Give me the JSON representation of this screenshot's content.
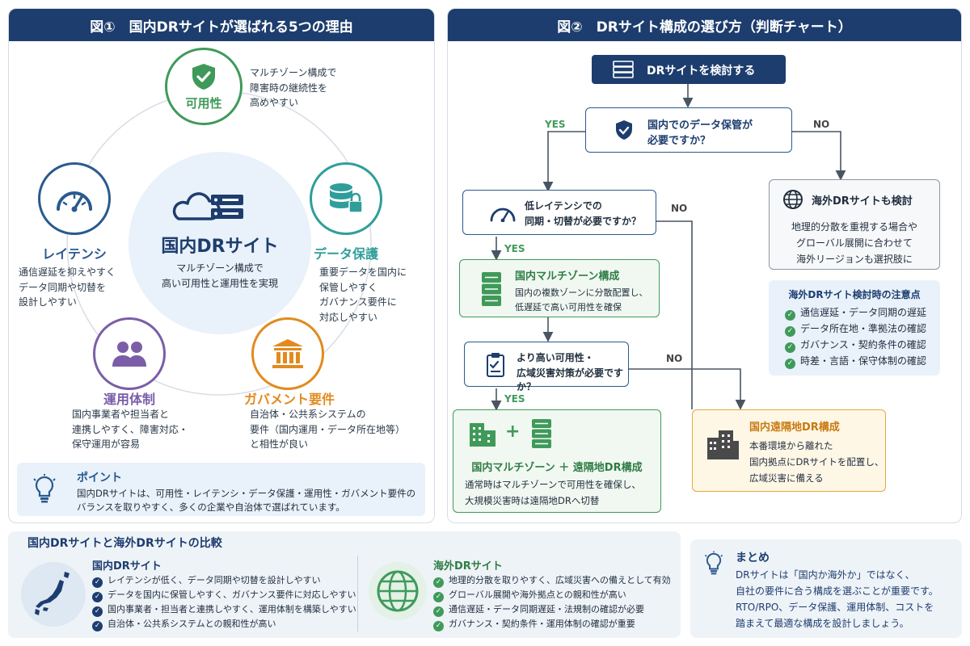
{
  "fig1": {
    "title": "図①　国内DRサイトが選ばれる5つの理由",
    "center": {
      "title": "国内DRサイト",
      "desc1": "マルチゾーン構成で",
      "desc2": "高い可用性と運用性を実現"
    },
    "availability": {
      "label": "可用性",
      "desc": [
        "マルチゾーン構成で",
        "障害時の継続性を",
        "高めやすい"
      ]
    },
    "latency": {
      "label": "レイテンシ",
      "desc": [
        "通信遅延を抑えやすく",
        "データ同期や切替を",
        "設計しやすい"
      ]
    },
    "data": {
      "label": "データ保護",
      "desc": [
        "重要データを国内に",
        "保管しやすく",
        "ガバナンス要件に",
        "対応しやすい"
      ]
    },
    "ops": {
      "label": "運用体制",
      "desc": [
        "国内事業者や担当者と",
        "連携しやすく、障害対応・",
        "保守運用が容易"
      ]
    },
    "gov": {
      "label": "ガバメント要件",
      "desc": [
        "自治体・公共系システムの",
        "要件（国内運用・データ所在地等）",
        "と相性が良い"
      ]
    },
    "point": {
      "title": "ポイント",
      "line1": "国内DRサイトは、可用性・レイテンシ・データ保護・運用性・ガバメント要件の",
      "line2": "バランスを取りやすく、多くの企業や自治体で選ばれています。"
    }
  },
  "fig2": {
    "title": "図②　DRサイト構成の選び方（判断チャート）",
    "start": "DRサイトを検討する",
    "q1": {
      "line1": "国内でのデータ保管が",
      "line2": "必要ですか？"
    },
    "q2": {
      "line1": "低レイテンシでの",
      "line2": "同期・切替が必要ですか？"
    },
    "q3": {
      "line1": "より高い可用性・",
      "line2": "広域災害対策が必要ですか？"
    },
    "multizone": {
      "title": "国内マルチゾーン構成",
      "line1": "国内の複数ゾーンに分散配置し、",
      "line2": "低遅延で高い可用性を確保"
    },
    "combo": {
      "plus": "+",
      "title": "国内マルチゾーン ＋ 遠隔地DR構成",
      "line1": "通常時はマルチゾーンで可用性を確保し、",
      "line2": "大規模災害時は遠隔地DRへ切替"
    },
    "remote": {
      "title": "国内遠隔地DR構成",
      "line1": "本番環境から離れた",
      "line2": "国内拠点にDRサイトを配置し、",
      "line3": "広域災害に備える"
    },
    "overseas": {
      "title": "海外DRサイトも検討",
      "line1": "地理的分散を重視する場合や",
      "line2": "グローバル展開に合わせて",
      "line3": "海外リージョンも選択肢に"
    },
    "notes": {
      "title": "海外DRサイト検討時の注意点",
      "items": [
        "通信遅延・データ同期の遅延",
        "データ所在地・準拠法の確認",
        "ガバナンス・契約条件の確認",
        "時差・言語・保守体制の確認"
      ]
    },
    "yes": "YES",
    "no": "NO"
  },
  "compare": {
    "title": "国内DRサイトと海外DRサイトの比較",
    "domestic": {
      "title": "国内DRサイト",
      "items": [
        "レイテンシが低く、データ同期や切替を設計しやすい",
        "データを国内に保管しやすく、ガバナンス要件に対応しやすい",
        "国内事業者・担当者と連携しやすく、運用体制を構築しやすい",
        "自治体・公共系システムとの親和性が高い"
      ]
    },
    "overseas": {
      "title": "海外DRサイト",
      "items": [
        "地理的分散を取りやすく、広域災害への備えとして有効",
        "グローバル展開や海外拠点との親和性が高い",
        "通信遅延・データ同期遅延・法規制の確認が必要",
        "ガバナンス・契約条件・運用体制の確認が重要"
      ]
    }
  },
  "summary": {
    "title": "まとめ",
    "lines": [
      "DRサイトは「国内か海外か」ではなく、",
      "自社の要件に合う構成を選ぶことが重要です。",
      "RTO/RPO、データ保護、運用体制、コストを",
      "踏まえて最適な構成を設計しましょう。"
    ]
  },
  "colors": {
    "navy": "#1d3d6e",
    "green": "#3f9a5a",
    "teal": "#2f9e9a",
    "blue": "#2a5a8e",
    "purple": "#7b5ea7",
    "orange": "#e28a1e"
  }
}
